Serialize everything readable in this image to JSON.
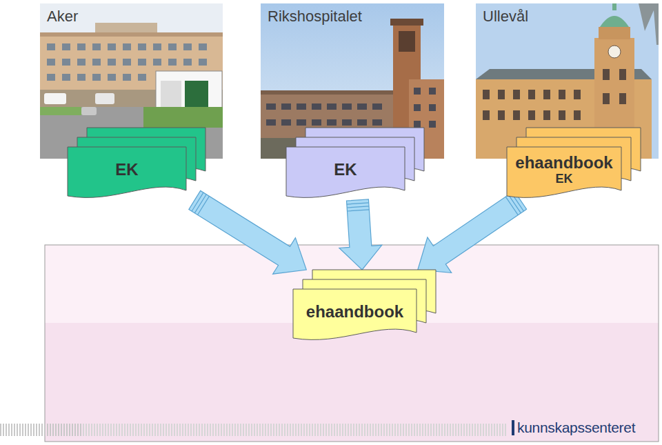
{
  "diagram": {
    "nodes": [
      {
        "text": [
          "Aker"
        ]
      },
      {
        "text": [
          "EK"
        ]
      },
      {
        "text": [
          "Rikshospitalet"
        ]
      },
      {
        "text": [
          "EK"
        ]
      },
      {
        "text": [
          "Ullevål"
        ]
      },
      {
        "text": [
          "ehaandbook",
          "EK"
        ]
      },
      {
        "text": [
          "ehaandbook"
        ]
      }
    ],
    "edges": [
      {
        "from": 1,
        "to": 6,
        "arrow": "to"
      },
      {
        "from": 3,
        "to": 6,
        "arrow": "to"
      },
      {
        "from": 5,
        "to": 6,
        "arrow": "to"
      }
    ],
    "labels": [
      "kunnskapssenteret"
    ]
  }
}
